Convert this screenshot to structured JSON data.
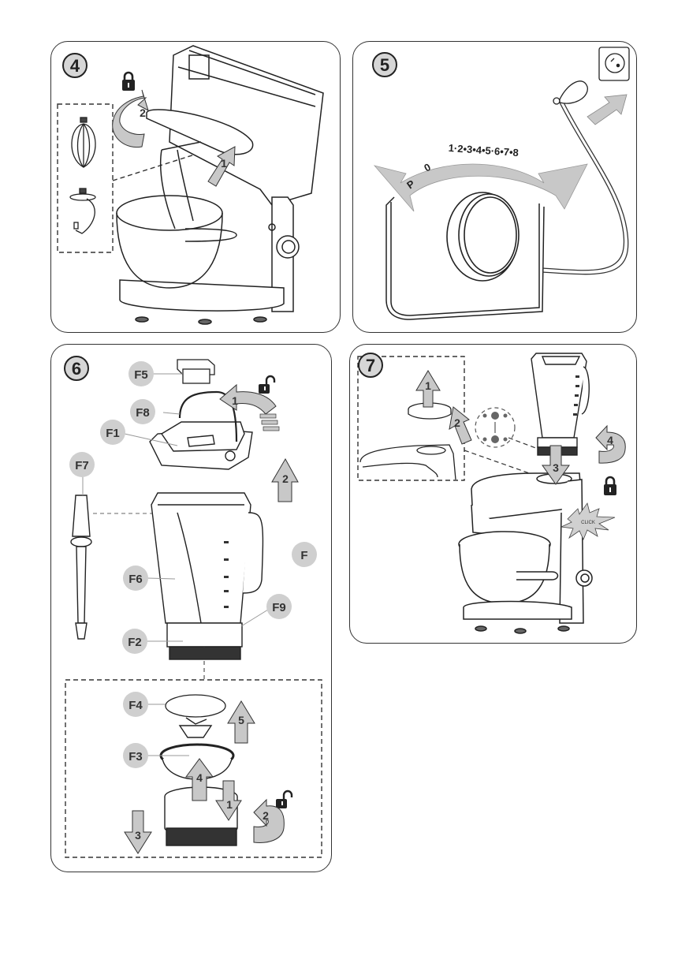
{
  "panels": [
    {
      "step": "4",
      "name": "attach-tool",
      "arrows": [
        "1",
        "2"
      ],
      "lock_state": "locked",
      "accessories": [
        "whisk",
        "dough-hook"
      ]
    },
    {
      "step": "5",
      "name": "speed-dial-and-plug",
      "dial_left": "P",
      "dial_zero": "0",
      "dial_scale": "1·2•3•4•5·6•7•8"
    },
    {
      "step": "6",
      "name": "blender-parts",
      "labels": {
        "F5": "F5",
        "F8": "F8",
        "F1": "F1",
        "F7": "F7",
        "F": "F",
        "F6": "F6",
        "F9": "F9",
        "F2": "F2",
        "F4": "F4",
        "F3": "F3"
      },
      "arrows": [
        "1",
        "2",
        "1",
        "2",
        "3",
        "4",
        "5"
      ],
      "lock_state": "unlocked"
    },
    {
      "step": "7",
      "name": "mount-blender",
      "arrows": [
        "1",
        "2",
        "3",
        "4"
      ],
      "click_label": "CLICK",
      "lock_state": "locked"
    }
  ],
  "colors": {
    "badge_fill": "#d6d6d6",
    "label_fill": "#cfcfcf",
    "arrow_fill": "#c8c8c8",
    "line": "#222222"
  }
}
